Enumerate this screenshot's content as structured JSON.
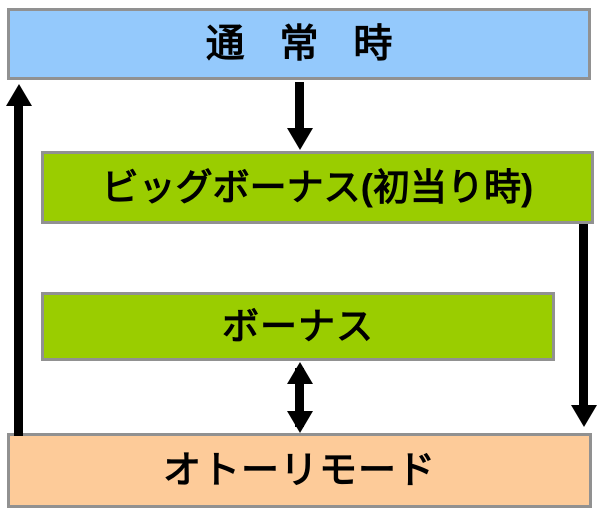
{
  "diagram": {
    "title": "",
    "background_color": "#ffffff",
    "nodes": [
      {
        "id": "normal",
        "label": "通 常 時",
        "fill": "#94c9fc",
        "border": "#919191"
      },
      {
        "id": "bigbonus",
        "label": "ビッグボーナス(初当り時)",
        "fill": "#9acd00",
        "border": "#919191"
      },
      {
        "id": "bonus",
        "label": "ボーナス",
        "fill": "#9acd00",
        "border": "#919191"
      },
      {
        "id": "otori",
        "label": "オトーリモード",
        "fill": "#fdcb99",
        "border": "#919191"
      }
    ],
    "connectors": [
      {
        "id": "normal-to-bigbonus",
        "from": "normal",
        "to": "bigbonus",
        "direction": "down",
        "bidirectional": false,
        "color": "#000000"
      },
      {
        "id": "bigbonus-to-otori",
        "from": "bigbonus",
        "to": "otori",
        "direction": "down",
        "bidirectional": false,
        "color": "#000000"
      },
      {
        "id": "bonus-otori",
        "from": "bonus",
        "to": "otori",
        "direction": "both",
        "bidirectional": true,
        "color": "#000000"
      },
      {
        "id": "otori-to-normal",
        "from": "otori",
        "to": "normal",
        "direction": "up",
        "bidirectional": false,
        "color": "#000000"
      }
    ]
  }
}
